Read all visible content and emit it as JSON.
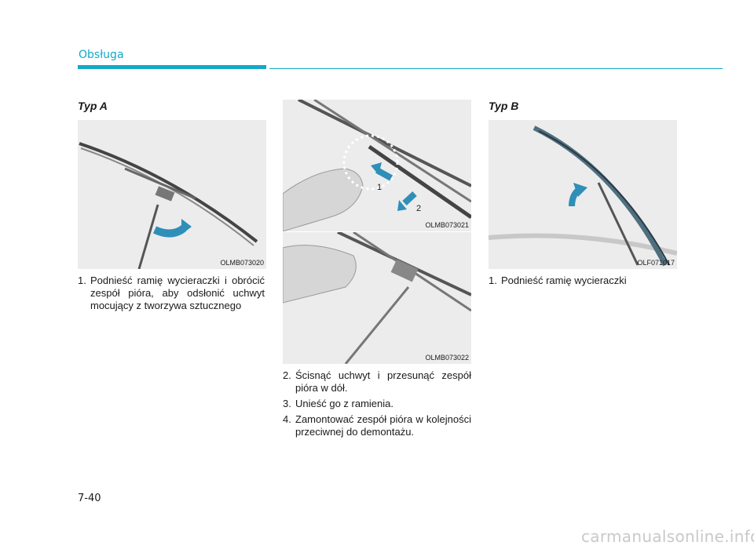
{
  "header": {
    "section_title": "Obsługa"
  },
  "columns": {
    "type_a_heading": "Typ A",
    "type_b_heading": "Typ B"
  },
  "figures": {
    "fig1_code": "OLMB073020",
    "fig2_code": "OLMB073021",
    "fig3_code": "OLMB073022",
    "fig4_code": "OLF071017",
    "fig2_callout_1": "1",
    "fig2_callout_2": "2"
  },
  "steps_a": [
    {
      "num": "1.",
      "text": "Podnieść ramię wycieraczki i obró­cić zespół pióra, aby odsłonić uchwyt mocujący z tworzywa sztucznego"
    }
  ],
  "steps_mid": [
    {
      "num": "2.",
      "text": "Ścisnąć uchwyt i przesunąć zespół pióra w dół."
    },
    {
      "num": "3.",
      "text": "Unieść go z ramienia."
    },
    {
      "num": "4.",
      "text": "Zamontować zespół pióra w kolej­ności przeciwnej do demontażu."
    }
  ],
  "steps_b": [
    {
      "num": "1.",
      "text": "Podnieść ramię wycieraczki"
    }
  ],
  "footer": {
    "page_number": "7-40",
    "watermark": "carmanualsonline.info"
  },
  "colors": {
    "accent": "#12a9c9",
    "arrow": "#2f8fb8",
    "figure_bg": "#ececec"
  }
}
